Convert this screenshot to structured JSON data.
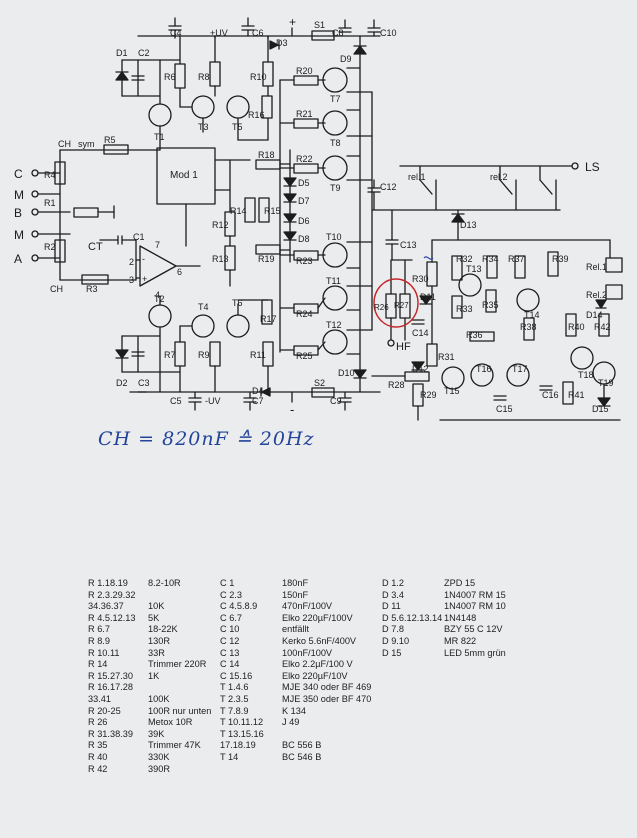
{
  "schematic": {
    "labels": {
      "C": "C",
      "M1": "M",
      "B": "B",
      "M2": "M",
      "A": "A",
      "CH_top": "CH",
      "sym": "sym",
      "CH_bot": "CH",
      "CT": "CT",
      "mod": "Mod 1",
      "LS": "LS",
      "HF": "HF",
      "plus": "+",
      "minus": "-",
      "plusUV": "+UV",
      "minusUV": "-UV",
      "rel1": "rel.1",
      "rel2": "rel.2",
      "Rel1": "Rel.1",
      "Rel2": "Rel.2",
      "amp_plus": "+",
      "amp_minus": "-",
      "pin2": "2",
      "pin3": "3",
      "pin6": "6",
      "pin7": "7",
      "pin4": "4",
      "R1": "R1",
      "R2": "R2",
      "R3": "R3",
      "R4": "R4",
      "R5": "R5",
      "R6": "R6",
      "R7": "R7",
      "R8": "R8",
      "R9": "R9",
      "R10": "R10",
      "R11": "R11",
      "R12": "R12",
      "R13": "R13",
      "R14": "R14",
      "R15": "R15",
      "R16": "R16",
      "R17": "R17",
      "R18": "R18",
      "R19": "R19",
      "R20": "R20",
      "R21": "R21",
      "R22": "R22",
      "R23": "R23",
      "R24": "R24",
      "R25": "R25",
      "R26": "R26",
      "R27": "R27",
      "R28": "R28",
      "R29": "R29",
      "R30": "R30",
      "R31": "R31",
      "R32": "R32",
      "R33": "R33",
      "R34": "R34",
      "R35": "R35",
      "R36": "R36",
      "R37": "R37",
      "R38": "R38",
      "R39": "R39",
      "R40": "R40",
      "R41": "R41",
      "R42": "R42",
      "C1": "C1",
      "C2": "C2",
      "C3": "C3",
      "C4": "C4",
      "C5": "C5",
      "C6": "C6",
      "C7": "C7",
      "C8": "C8",
      "C9": "C9",
      "C10": "C10",
      "C12": "C12",
      "C13": "C13",
      "C14": "C14",
      "C15": "C15",
      "C16": "C16",
      "D1": "D1",
      "D2": "D2",
      "D3": "D3",
      "D4": "D4",
      "D5": "D5",
      "D6": "D6",
      "D7": "D7",
      "D8": "D8",
      "D9": "D9",
      "D10": "D10",
      "D11": "D11",
      "D12": "D12",
      "D13": "D13",
      "D14": "D14",
      "D15": "D15",
      "T1": "T1",
      "T2": "T2",
      "T3": "T3",
      "T4": "T4",
      "T5": "T5",
      "T6": "T6",
      "T7": "T7",
      "T8": "T8",
      "T9": "T9",
      "T10": "T10",
      "T11": "T11",
      "T12": "T12",
      "T13": "T13",
      "T14": "T14",
      "T15": "T15",
      "T16": "T16",
      "T17": "T17",
      "T18": "T18",
      "T19": "T19",
      "S1": "S1",
      "S2": "S2"
    }
  },
  "note": "CH = 820nF ≙ 20Hz",
  "parts": {
    "resistors": [
      [
        "R 1.18.19",
        "8.2-10R"
      ],
      [
        "R 2.3.29.32",
        ""
      ],
      [
        "   34.36.37",
        "10K"
      ],
      [
        "R 4.5.12.13",
        "5K"
      ],
      [
        "R 6.7",
        "18-22K"
      ],
      [
        "R 8.9",
        "130R"
      ],
      [
        "R 10.11",
        "33R"
      ],
      [
        "R 14",
        "Trimmer 220R"
      ],
      [
        "R 15.27.30",
        "1K"
      ],
      [
        "R 16.17.28",
        ""
      ],
      [
        "   33.41",
        "100K"
      ],
      [
        "R 20-25",
        "100R nur unten"
      ],
      [
        "R 26",
        "Metox 10R"
      ],
      [
        "R 31.38.39",
        "39K"
      ],
      [
        "R 35",
        "Trimmer 47K"
      ],
      [
        "R 40",
        "330K"
      ],
      [
        "R 42",
        "390R"
      ]
    ],
    "capacitors": [
      [
        "C 1",
        "180nF"
      ],
      [
        "C 2.3",
        "150nF"
      ],
      [
        "C 4.5.8.9",
        "470nF/100V"
      ],
      [
        "C 6.7",
        "Elko 220µF/100V"
      ],
      [
        "C 10",
        "entfällt"
      ],
      [
        "C 12",
        "Kerko 5.6nF/400V"
      ],
      [
        "C 13",
        "100nF/100V"
      ],
      [
        "C 14",
        "Elko 2.2µF/100 V"
      ],
      [
        "C 15.16",
        "Elko 220µF/10V"
      ],
      [
        "",
        ""
      ],
      [
        "",
        ""
      ],
      [
        "T 1.4.6",
        "MJE 340 oder BF 469"
      ],
      [
        "T 2.3.5",
        "MJE 350 oder BF 470"
      ],
      [
        "T 7.8.9",
        "K 134"
      ],
      [
        "T 10.11.12",
        "J 49"
      ],
      [
        "T 13.15.16",
        ""
      ],
      [
        "   17.18.19",
        "BC 556 B"
      ],
      [
        "T 14",
        "BC 546 B"
      ]
    ],
    "diodes": [
      [
        "D 1.2",
        "ZPD 15"
      ],
      [
        "D 3.4",
        "1N4007 RM 15"
      ],
      [
        "D 11",
        "1N4007 RM 10"
      ],
      [
        "D 5.6.12.13.14",
        "1N4148"
      ],
      [
        "D 7.8",
        "BZY 55 C 12V"
      ],
      [
        "D 9.10",
        "MR 822"
      ],
      [
        "D 15",
        "LED 5mm grün"
      ]
    ]
  }
}
